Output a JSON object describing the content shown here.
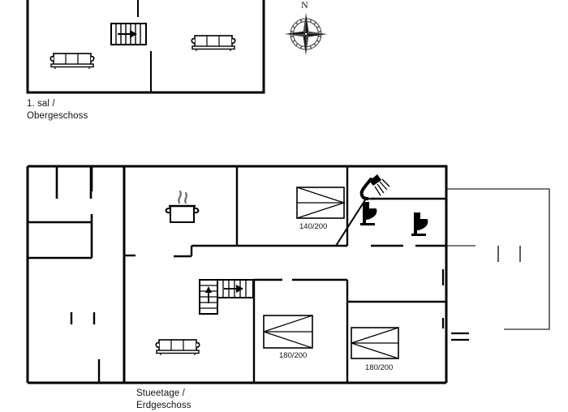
{
  "document": {
    "type": "floor-plan",
    "title": "Holiday house floor plan",
    "line_color": "#000000",
    "thin_line_color": "#555555",
    "background": "#ffffff"
  },
  "compass": {
    "north_label": "N",
    "icon": "compass-rose-icon"
  },
  "floors": [
    {
      "id": "upper",
      "label_line1": "1. sal /",
      "label_line2": "Obergeschoss",
      "label_text": "1. sal /\nObergeschoss",
      "furniture": [
        {
          "type": "sofa-icon",
          "name": "sofa-upper-left"
        },
        {
          "type": "sofa-icon",
          "name": "sofa-upper-right"
        },
        {
          "type": "stairs-icon",
          "name": "staircase-upper",
          "direction": "right"
        }
      ]
    },
    {
      "id": "ground",
      "label_line1": "Stueetage /",
      "label_line2": "Erdgeschoss",
      "label_text": "Stueetage /",
      "furniture": [
        {
          "type": "cooking-pot-icon",
          "name": "kitchen-stove-pot"
        },
        {
          "type": "shower-icon",
          "name": "shower-head"
        },
        {
          "type": "toilet-icon",
          "name": "toilet-bathroom"
        },
        {
          "type": "toilet-icon",
          "name": "toilet-wc"
        },
        {
          "type": "sofa-icon",
          "name": "sofa-living-room"
        },
        {
          "type": "stairs-icon",
          "name": "staircase-ground",
          "direction": "up-and-right"
        }
      ]
    }
  ],
  "beds": [
    {
      "name": "bed-single-top",
      "size_label": "140/200",
      "floor": "ground"
    },
    {
      "name": "bed-double-left",
      "size_label": "180/200",
      "floor": "ground"
    },
    {
      "name": "bed-double-right",
      "size_label": "180/200",
      "floor": "ground"
    }
  ],
  "labels": {
    "bed_140": "140/200",
    "bed_180_left": "180/200",
    "bed_180_right": "180/200"
  }
}
